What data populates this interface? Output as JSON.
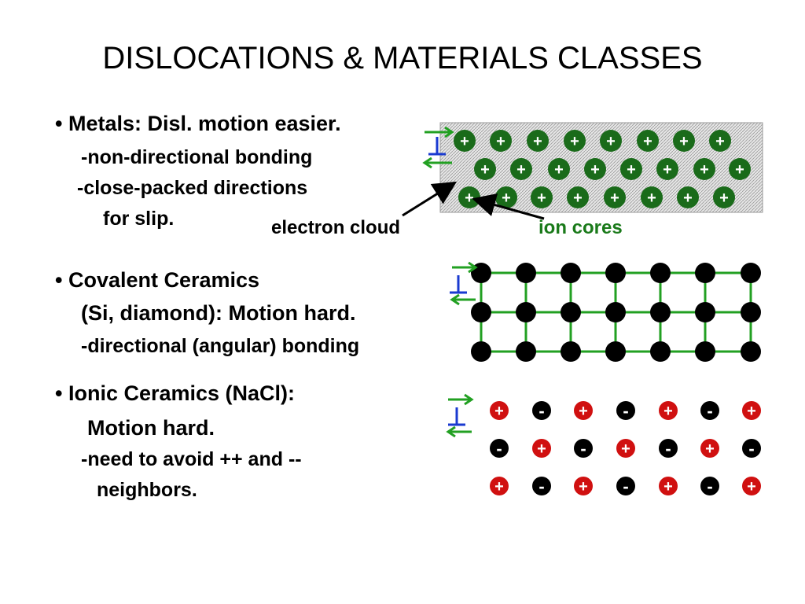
{
  "title": "DISLOCATIONS & MATERIALS CLASSES",
  "metals": {
    "heading": "• Metals:  Disl. motion easier.",
    "line1": "-non-directional bonding",
    "line2": "-close-packed directions",
    "line3": "for slip.",
    "electron_cloud_label": "electron cloud",
    "ion_cores_label": "ion cores"
  },
  "covalent": {
    "heading": "• Covalent Ceramics",
    "line1": "(Si, diamond):  Motion hard.",
    "line2": "-directional (angular) bonding"
  },
  "ionic": {
    "heading": "• Ionic Ceramics (NaCl):",
    "line1": "Motion hard.",
    "line2": "-need to avoid ++ and --",
    "line3": "neighbors."
  },
  "symbols": {
    "plus": "+",
    "minus": "-",
    "dislocation": "⊥"
  },
  "colors": {
    "metal_ion": "#1a6b1a",
    "bond_green": "#22a022",
    "atom_black": "#000000",
    "cation_red": "#d01010",
    "anion_black": "#000000",
    "ion_cores_text": "#1a7a1a"
  },
  "ionic_lattice": [
    [
      "+",
      "-",
      "+",
      "-",
      "+",
      "-",
      "+"
    ],
    [
      "-",
      "+",
      "-",
      "+",
      "-",
      "+",
      "-"
    ],
    [
      "+",
      "-",
      "+",
      "-",
      "+",
      "-",
      "+"
    ]
  ]
}
